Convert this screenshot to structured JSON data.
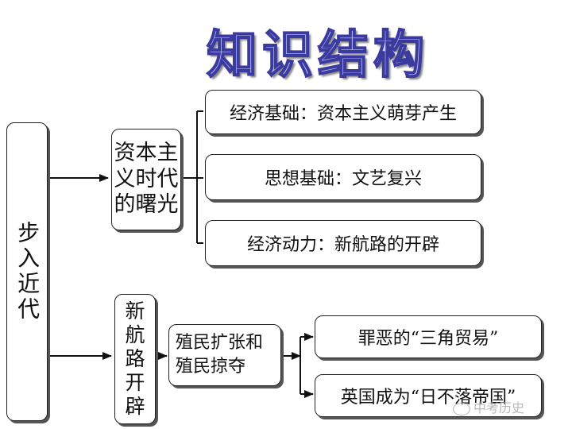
{
  "title": "知识结构",
  "root": {
    "label": "步入近代"
  },
  "branches": [
    {
      "label": "资本主义时代的曙光",
      "lines": [
        "资本主",
        "义时代",
        "的曙光"
      ],
      "children": [
        "经济基础：资本主义萌芽产生",
        "思想基础：文艺复兴",
        "经济动力：新航路的开辟"
      ]
    },
    {
      "label": "新航路开辟",
      "chars": [
        "新",
        "航",
        "路",
        "开",
        "辟"
      ],
      "middle": {
        "lines": [
          "殖民扩张和",
          "殖民掠夺"
        ]
      },
      "children": [
        "罪恶的“三角贸易”",
        "英国成为“日不落帝国”"
      ]
    }
  ],
  "watermark": "中考历史"
}
